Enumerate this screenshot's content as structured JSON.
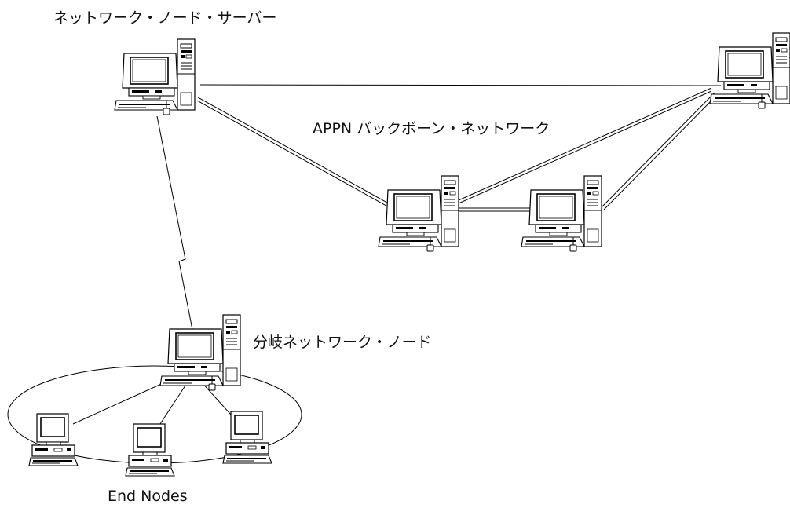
{
  "labels": {
    "network_node_server": "ネットワーク・ノード・サーバー",
    "appn_backbone": "APPN バックボーン・ネットワーク",
    "branch_network_node": "分岐ネットワーク・ノード",
    "end_nodes": "End Nodes"
  },
  "colors": {
    "line": "#000000",
    "screen": "#ffffff",
    "case": "#ffffff"
  },
  "nodes": [
    {
      "id": "network-node-server",
      "kind": "tower-computer"
    },
    {
      "id": "backbone-node-right",
      "kind": "tower-computer"
    },
    {
      "id": "backbone-node-1",
      "kind": "tower-computer"
    },
    {
      "id": "backbone-node-2",
      "kind": "tower-computer"
    },
    {
      "id": "branch-network-node",
      "kind": "tower-computer"
    },
    {
      "id": "end-node-1",
      "kind": "desktop-computer"
    },
    {
      "id": "end-node-2",
      "kind": "desktop-computer"
    },
    {
      "id": "end-node-3",
      "kind": "desktop-computer"
    }
  ],
  "links": [
    {
      "from": "network-node-server",
      "to": "backbone-node-right",
      "style": "single"
    },
    {
      "from": "network-node-server",
      "to": "backbone-node-1",
      "style": "double"
    },
    {
      "from": "backbone-node-1",
      "to": "backbone-node-2",
      "style": "double"
    },
    {
      "from": "backbone-node-1",
      "to": "backbone-node-right",
      "style": "double"
    },
    {
      "from": "backbone-node-2",
      "to": "backbone-node-right",
      "style": "double"
    },
    {
      "from": "network-node-server",
      "to": "branch-network-node",
      "style": "zigzag"
    },
    {
      "from": "branch-network-node",
      "to": "end-node-1",
      "style": "single"
    },
    {
      "from": "branch-network-node",
      "to": "end-node-2",
      "style": "single"
    },
    {
      "from": "branch-network-node",
      "to": "end-node-3",
      "style": "single"
    }
  ]
}
